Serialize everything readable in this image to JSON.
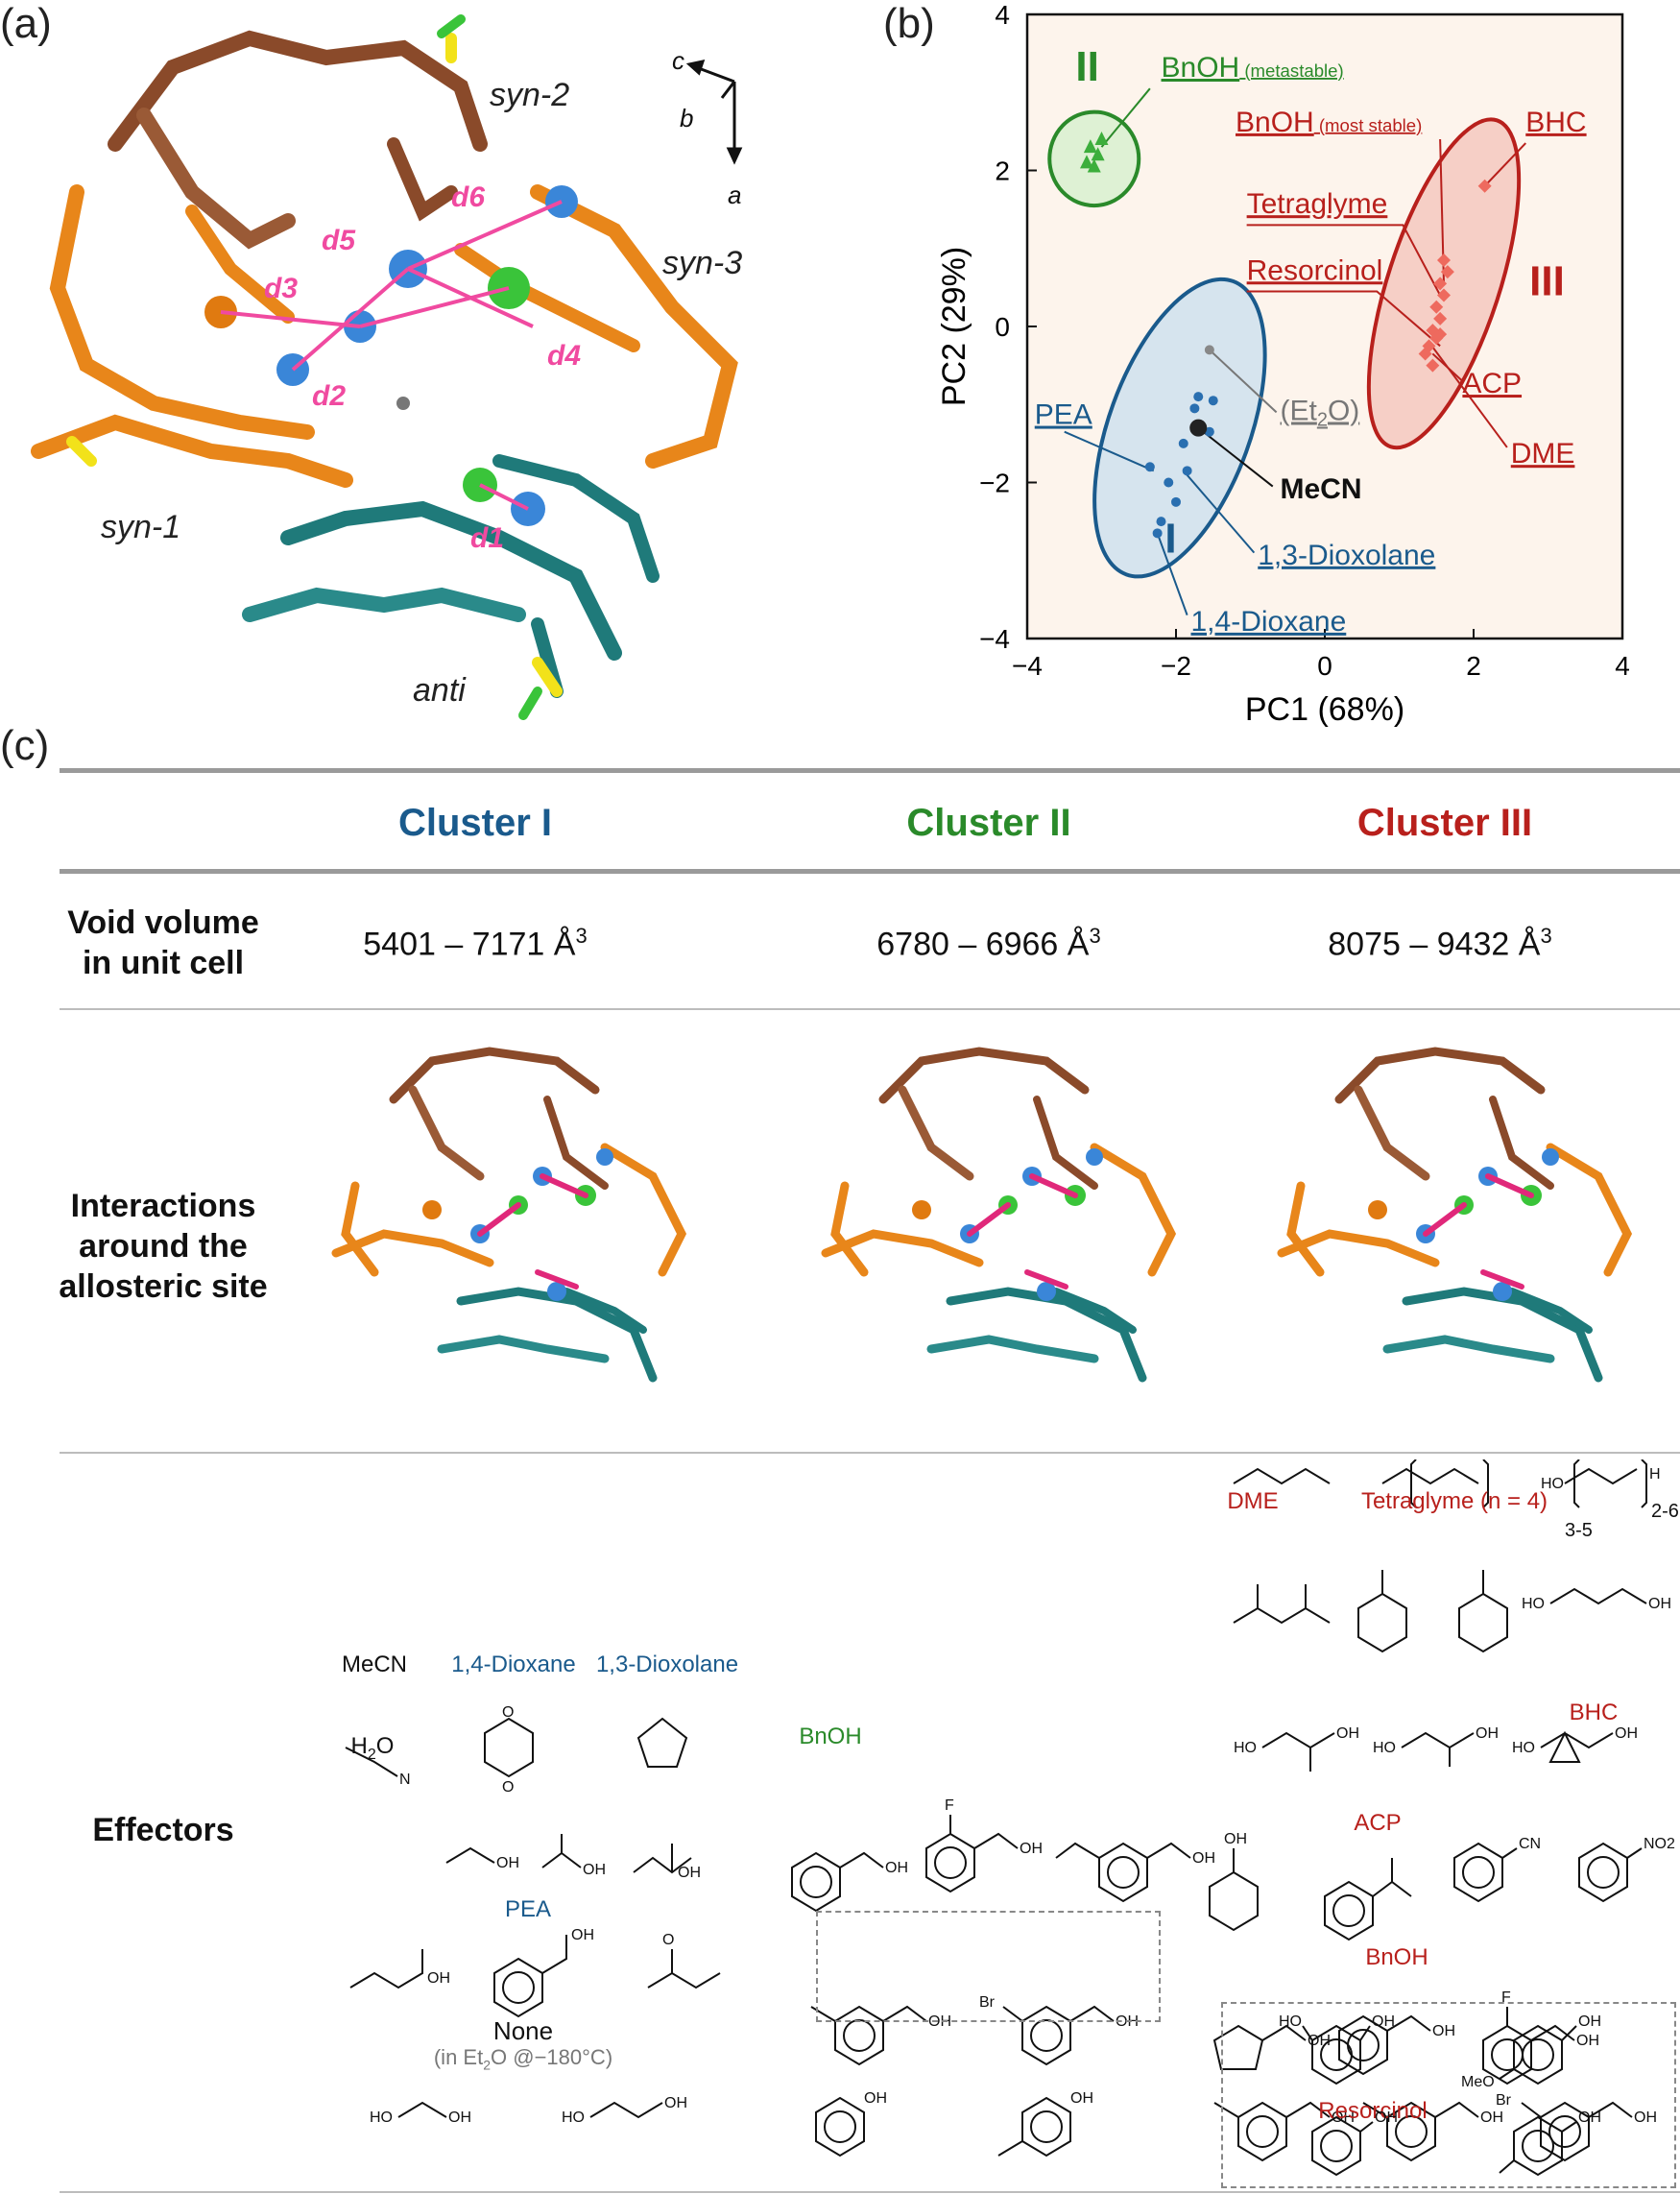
{
  "panels": {
    "a": "(a)",
    "b": "(b)",
    "c": "(c)"
  },
  "panel_a": {
    "labels": {
      "syn1": "syn-1",
      "syn2": "syn-2",
      "syn3": "syn-3",
      "anti": "anti"
    },
    "axes": {
      "c": "c",
      "b": "b",
      "a": "a"
    },
    "distances": [
      "d1",
      "d2",
      "d3",
      "d4",
      "d5",
      "d6"
    ]
  },
  "chart_data": {
    "type": "scatter",
    "xlabel": "PC1 (68%)",
    "ylabel": "PC2 (29%)",
    "xlim": [
      -4,
      4
    ],
    "ylim": [
      -4,
      4
    ],
    "xticks": [
      "−4",
      "−2",
      "0",
      "2",
      "4"
    ],
    "yticks": [
      "4",
      "2",
      "0",
      "−2",
      "−4"
    ],
    "clusters": [
      {
        "name": "I",
        "color": "#1a5a8c",
        "fill": "#cfe0ef",
        "center": [
          -1.95,
          -1.3
        ],
        "rx": 0.95,
        "ry": 2.0,
        "angle": 20
      },
      {
        "name": "II",
        "color": "#2a8a2a",
        "fill": "#d8f0d0",
        "center": [
          -3.1,
          2.15
        ],
        "rx": 0.6,
        "ry": 0.6,
        "angle": 0
      },
      {
        "name": "III",
        "color": "#b8201c",
        "fill": "#f4c8c0",
        "center": [
          1.6,
          0.55
        ],
        "rx": 0.75,
        "ry": 2.2,
        "angle": 18
      }
    ],
    "series": [
      {
        "name": "I",
        "color": "#2a6fb0",
        "marker": "circle",
        "points": [
          [
            -1.5,
            -0.95
          ],
          [
            -1.75,
            -1.05
          ],
          [
            -1.55,
            -1.35
          ],
          [
            -1.9,
            -1.5
          ],
          [
            -1.85,
            -1.85
          ],
          [
            -2.1,
            -2.0
          ],
          [
            -2.0,
            -2.25
          ],
          [
            -2.2,
            -2.5
          ],
          [
            -2.25,
            -2.65
          ],
          [
            -2.35,
            -1.8
          ],
          [
            -1.7,
            -0.9
          ]
        ]
      },
      {
        "name": "II",
        "color": "#3cae3c",
        "marker": "triangle",
        "points": [
          [
            -3.15,
            2.3
          ],
          [
            -3.0,
            2.4
          ],
          [
            -3.2,
            2.1
          ],
          [
            -3.05,
            2.2
          ],
          [
            -3.1,
            2.05
          ]
        ]
      },
      {
        "name": "III",
        "color": "#ee6a5e",
        "marker": "diamond",
        "points": [
          [
            2.15,
            1.8
          ],
          [
            1.65,
            0.7
          ],
          [
            1.55,
            0.55
          ],
          [
            1.6,
            0.4
          ],
          [
            1.5,
            0.25
          ],
          [
            1.55,
            0.1
          ],
          [
            1.45,
            -0.05
          ],
          [
            1.5,
            -0.15
          ],
          [
            1.4,
            -0.25
          ],
          [
            1.35,
            -0.35
          ],
          [
            1.45,
            -0.5
          ],
          [
            1.6,
            0.85
          ],
          [
            1.55,
            -0.1
          ]
        ]
      },
      {
        "name": "Et2O",
        "color": "#888888",
        "marker": "circle",
        "points": [
          [
            -1.55,
            -0.3
          ]
        ]
      },
      {
        "name": "MeCN",
        "color": "#222222",
        "marker": "circle-big",
        "points": [
          [
            -1.7,
            -1.3
          ]
        ]
      }
    ],
    "annotations": {
      "bnoh_meta": {
        "text": "BnOH",
        "sub": "(metastable)"
      },
      "bnoh_stable": {
        "text": "BnOH",
        "sub": "(most stable)"
      },
      "bhc": "BHC",
      "tetraglyme": "Tetraglyme",
      "resorcinol": "Resorcinol",
      "acp": "ACP",
      "dme": "DME",
      "pea": "PEA",
      "et2o_pre": "(Et",
      "et2o_sub": "2",
      "et2o_post": "O)",
      "mecn": "MeCN",
      "dioxolane": "1,3-Dioxolane",
      "dioxane": "1,4-Dioxane"
    }
  },
  "table": {
    "headers": [
      "Cluster I",
      "Cluster II",
      "Cluster III"
    ],
    "void_label_1": "Void volume",
    "void_label_2": "in unit cell",
    "void_values": [
      "5401 – 7171 Å",
      "6780 – 6966 Å",
      "8075 – 9432 Å"
    ],
    "void_unit_sup": "3",
    "interact_1": "Interactions",
    "interact_2": "around the",
    "interact_3": "allosteric site",
    "effectors_label": "Effectors"
  },
  "effectors": {
    "c1": {
      "mecn": "MeCN",
      "dioxane": "1,4-Dioxane",
      "dioxolane": "1,3-Dioxolane",
      "h2o_pre": "H",
      "h2o_sub": "2",
      "h2o_post": "O",
      "pea": "PEA",
      "none": "None",
      "none_sub_pre": "(in Et",
      "none_sub_2": "2",
      "none_sub_post": "O @−180°C)"
    },
    "c2": {
      "bnoh": "BnOH"
    },
    "c3": {
      "dme": "DME",
      "tetraglyme": "Tetraglyme (n = 4)",
      "bhc": "BHC",
      "acp": "ACP",
      "bnoh": "BnOH",
      "resorcinol": "Resorcinol"
    },
    "struct_text": {
      "oh": "OH",
      "cn": "CN",
      "no2": "NO2",
      "f": "F",
      "br": "Br",
      "meo": "MeO",
      "ho": "HO",
      "h": "H",
      "o": "O",
      "n": "N",
      "rep1": "3-5",
      "rep2": "2-6"
    }
  }
}
